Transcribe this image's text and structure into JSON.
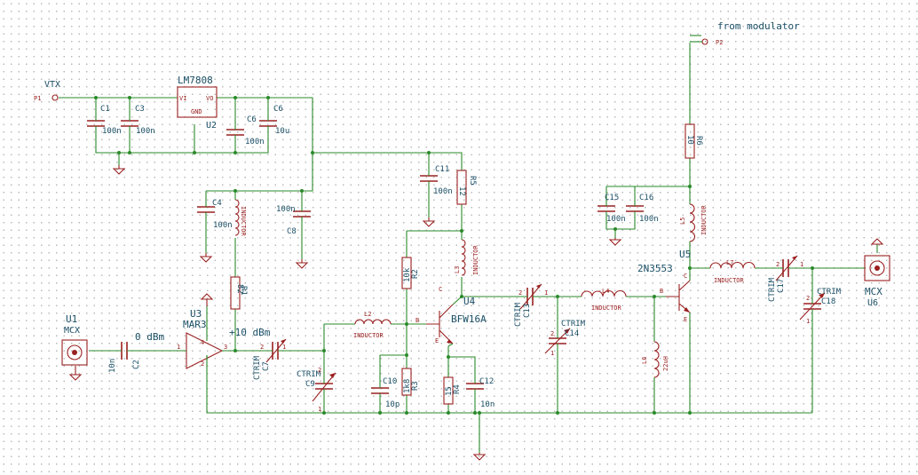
{
  "labels": {
    "vtx": "VTX",
    "p1": "P1",
    "p2": "P2",
    "from_modulator": "from modulator",
    "lm7808": "LM7808",
    "vi": "VI",
    "vo": "VO",
    "gnd": "GND",
    "u2": "U2",
    "c1": "C1",
    "c1_val": "100n",
    "c3": "C3",
    "c3_val": "100n",
    "c6a": "C6",
    "c6a_val": "100n",
    "c6b": "C6",
    "c6b_val": "10u",
    "c11": "C11",
    "c11_val": "100n",
    "c4": "C4",
    "c4_val": "100n",
    "c8": "C8",
    "c8_val": "100n",
    "c15": "C15",
    "c15_val": "100n",
    "c16": "C16",
    "c16_val": "100n",
    "c10": "C10",
    "c10_val": "10p",
    "c12": "C12",
    "c12_val": "10n",
    "c2": "C2",
    "c2_val": "10n",
    "level_in": "0 dBm",
    "level_amp": "+10 dBm",
    "u1": "U1",
    "u1_type": "MCX",
    "u6": "U6",
    "u6_type": "MCX",
    "u3": "U3",
    "mar3": "MAR3",
    "pin1": "1",
    "pin2": "2",
    "pin3": "3",
    "pin4": "4",
    "ctrim": "CTRIM",
    "c7": "C7",
    "c9": "C9",
    "c13": "C13",
    "c14": "C14",
    "c17": "C17",
    "c18": "C18",
    "r5": "R5",
    "r5_val": "12",
    "r1": "R1",
    "r1_val": "82",
    "r2": "R2",
    "r2_val": "10k",
    "r3": "R3",
    "r3_val": "1k8",
    "r4": "R4",
    "r4_val": "15",
    "r6": "R6",
    "r6_val": "10",
    "inductor": "INDUCTOR",
    "l2": "L2",
    "l3": "L3",
    "l4": "L4",
    "l5": "L5",
    "l6": "L6",
    "l6_val": "22uH",
    "l7": "L7",
    "u4": "U4",
    "bfw16a": "BFW16A",
    "u5": "U5",
    "t2n3553": "2N3553",
    "b": "B",
    "c": "C",
    "e": "E"
  }
}
